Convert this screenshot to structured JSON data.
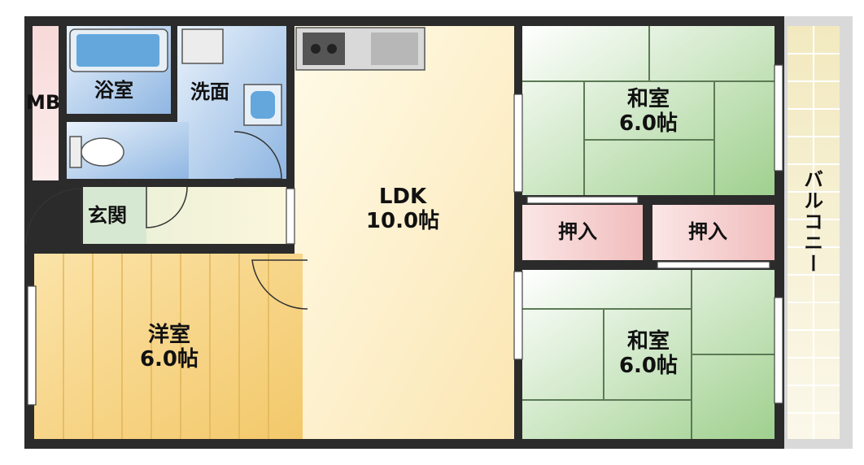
{
  "rooms": {
    "mb": "MB",
    "bath": "浴室",
    "washroom": "洗面",
    "entrance": "玄関",
    "ldk_name": "LDK",
    "ldk_size": "10.0帖",
    "western_name": "洋室",
    "western_size": "6.0帖",
    "japanese1_name": "和室",
    "japanese1_size": "6.0帖",
    "japanese2_name": "和室",
    "japanese2_size": "6.0帖",
    "closet1": "押入",
    "closet2": "押入",
    "balcony": "バルコニー"
  },
  "colors": {
    "wall": "#2b2b2b",
    "ldk": "#fbeec4",
    "western": "#f6d27e",
    "tatami": "#cfe6c4",
    "tatami_line": "#5b7a55",
    "wet_area": "#bcd4ee",
    "closet": "#f4c9c9",
    "balcony": "#f5efd2"
  }
}
